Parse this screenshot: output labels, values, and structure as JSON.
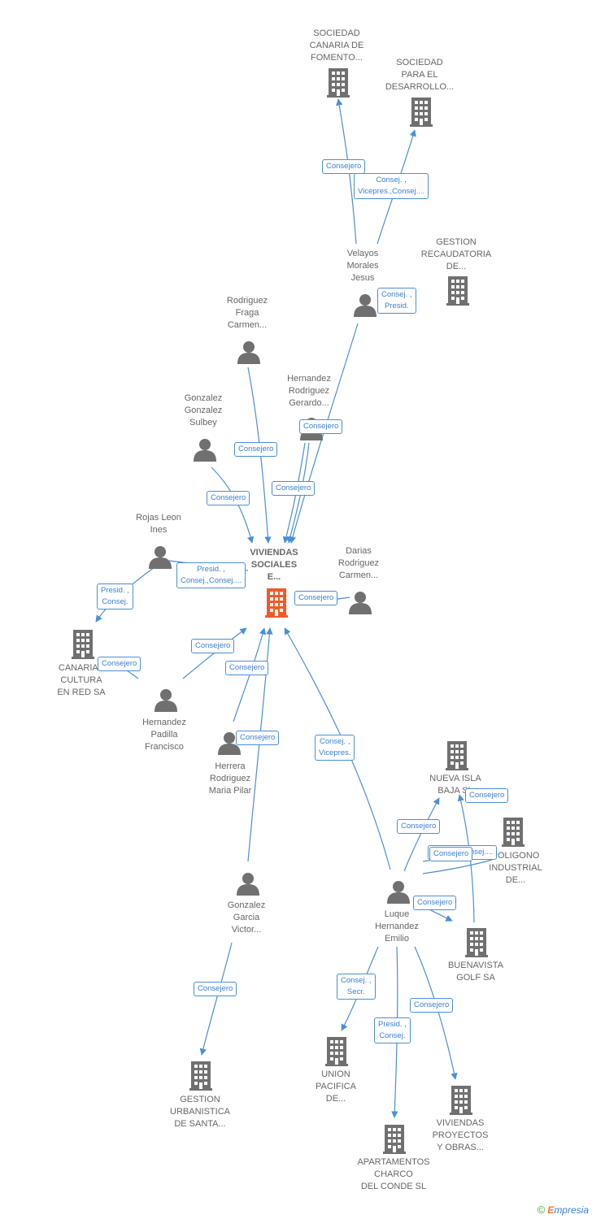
{
  "colors": {
    "edge": "#4a8fd6",
    "node": "#707070",
    "main_node": "#f05a28",
    "label_text": "#666666"
  },
  "nodes": {
    "main": {
      "label": "VIVIENDAS\nSOCIALES\nE...",
      "icon": "building-icon"
    },
    "soc_canaria_fomento": {
      "label": "SOCIEDAD\nCANARIA DE\nFOMENTO...",
      "icon": "building-icon"
    },
    "soc_desarrollo": {
      "label": "SOCIEDAD\nPARA EL\nDESARROLLO...",
      "icon": "building-icon"
    },
    "gestion_recaudatoria": {
      "label": "GESTION\nRECAUDATORIA\nDE...",
      "icon": "building-icon"
    },
    "velayos": {
      "label": "Velayos\nMorales\nJesus",
      "icon": "person-icon"
    },
    "rodriguez_fraga": {
      "label": "Rodriguez\nFraga\nCarmen...",
      "icon": "person-icon"
    },
    "hernandez_rodriguez": {
      "label": "Hernandez\nRodriguez\nGerardo...",
      "icon": "person-icon"
    },
    "gonzalez_sulbey": {
      "label": "Gonzalez\nGonzalez\nSulbey",
      "icon": "person-icon"
    },
    "rojas_leon": {
      "label": "Rojas Leon\nInes",
      "icon": "person-icon"
    },
    "darias": {
      "label": "Darias\nRodriguez\nCarmen...",
      "icon": "person-icon"
    },
    "canarias_cultura": {
      "label": "CANARIAS\nCULTURA\nEN RED SA",
      "icon": "building-icon"
    },
    "hernandez_padilla": {
      "label": "Hernandez\nPadilla\nFrancisco",
      "icon": "person-icon"
    },
    "herrera": {
      "label": "Herrera\nRodriguez\nMaria Pilar",
      "icon": "person-icon"
    },
    "gonzalez_garcia": {
      "label": "Gonzalez\nGarcia\nVictor...",
      "icon": "person-icon"
    },
    "gestion_urbanistica": {
      "label": "GESTION\nURBANISTICA\nDE SANTA...",
      "icon": "building-icon"
    },
    "nueva_isla": {
      "label": "NUEVA ISLA\nBAJA SL",
      "icon": "building-icon"
    },
    "poligono": {
      "label": "POLIGONO\nINDUSTRIAL\nDE...",
      "icon": "building-icon"
    },
    "luque": {
      "label": "Luque\nHernandez\nEmilio",
      "icon": "person-icon"
    },
    "buenavista": {
      "label": "BUENAVISTA\nGOLF SA",
      "icon": "building-icon"
    },
    "union_pacifica": {
      "label": "UNION\nPACIFICA\nDE...",
      "icon": "building-icon"
    },
    "viviendas_proyectos": {
      "label": "VIVIENDAS\nPROYECTOS\nY OBRAS...",
      "icon": "building-icon"
    },
    "apartamentos": {
      "label": "APARTAMENTOS\nCHARCO\nDEL CONDE SL",
      "icon": "building-icon"
    }
  },
  "edge_labels": {
    "velayos_fomento": "Consejero",
    "velayos_desarrollo": "Consej. ,\nVicepres.,Consej....",
    "velayos_main": "Consej. ,\nPresid.",
    "hernandez_main_a": "Consejero",
    "rodriguez_main": "Consejero",
    "hernandez_main_b": "Consejero",
    "gonzalez_main": "Consejero",
    "rojas_canarias": "Presid. ,\nConsej.",
    "rojas_main": "Presid. ,\nConsej.,Consej....",
    "darias_main": "Consejero",
    "padilla_main": "Consejero",
    "padilla_canarias": "Consejero",
    "herrera_main": "Consejero",
    "gonzalez_garcia_main": "Consejero",
    "luque_main": "Consej. ,\nVicepres.",
    "luque_nueva_isla": "Consejero",
    "buenavista_nueva": "Consejero",
    "luque_poligono_a": "Consejero",
    "luque_poligono_b": "Consej.,Consej....",
    "luque_buenavista": "Consejero",
    "gonzalez_urbanistica": "Consejero",
    "luque_union": "Consej. ,\nSecr.",
    "luque_apartamentos": "Presid. ,\nConsej.",
    "luque_viviendas_proyectos": "Consejero"
  },
  "watermark": {
    "symbol": "©",
    "brand_first": "E",
    "brand_rest": "mpresia"
  }
}
